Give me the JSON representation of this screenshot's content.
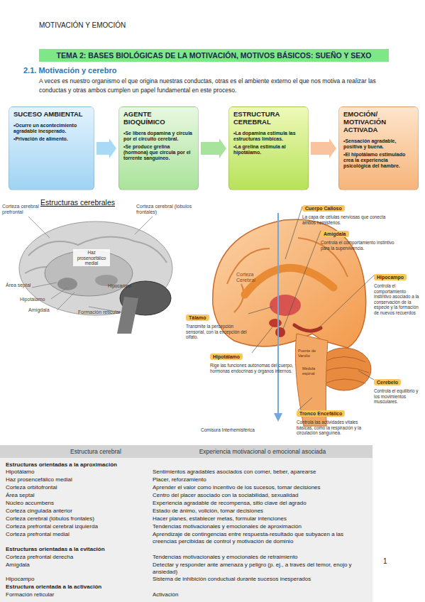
{
  "diagram": {
    "title": "TEMA 2: BASES BIOLÓGICAS DE LA MOTIVACIÓN, MOTIVOS BÁSICOS: SUEÑO Y SEXO",
    "nodes": [
      {
        "text": [
          "SUCESO AMBIENTAL",
          "•Ocurre un acontecimiento agradable inesperado.",
          "•Privación de alimento."
        ]
      },
      {
        "text": [
          "AGENTE BIOQUÍMICO",
          "•Se libera dopamina y circula por el circuito cerebral.",
          "•Se produce grelina (hormona) que circula por el torrente sanguíneo."
        ]
      },
      {
        "text": [
          "ESTRUCTURA CEREBRAL",
          "•La dopamina estimula las estructuras límbicas.",
          "•La grelina estimula al hipotálamo."
        ]
      },
      {
        "text": [
          "EMOCIÓN/ MOTIVACIÓN ACTIVADA",
          "•Sensación agradable, positiva y buena.",
          "•El hipotálamo estimulado crea la experiencia psicológica del hambre."
        ]
      },
      {
        "text": [
          "Cuerpo Calloso",
          "La capa de células nerviosas que conecta ambos hemisferios."
        ]
      },
      {
        "text": [
          "Amígdala",
          "Controla el comportamiento instintivo para la supervivencia."
        ]
      },
      {
        "text": [
          "Hipocampo",
          "Controla el comportamiento instintivo asociado a la conservación de la especie y la formación de nuevos recuerdos"
        ]
      },
      {
        "text": [
          "Tálamo",
          "Transmite la percepción sensorial, con la excepción del olfato."
        ]
      },
      {
        "text": [
          "Hipotálamo",
          "Rige las funciones autónomas del cuerpo, hormonas endocrinas y órganos internos."
        ]
      },
      {
        "text": [
          "Cerebelo",
          "Controla el equilibrio y los movimientos musculares."
        ]
      },
      {
        "text": [
          "Tronco Encefálico",
          "Controla las actividades vitales básicas, como la respiración y la circulación sanguínea."
        ]
      }
    ],
    "edges": [
      {
        "from": 0,
        "to": 1,
        "arrow": "to"
      },
      {
        "from": 1,
        "to": 2,
        "arrow": "to"
      },
      {
        "from": 2,
        "to": 3,
        "arrow": "to"
      }
    ],
    "labels": [
      "MOTIVACIÓN Y EMOCIÓN",
      "2.1. Motivación y cerebro",
      "A veces es nuestro organismo el que origina nuestras conductas, otras es el ambiente externo el que nos motiva a realizar las conductas y otras ambos cumplen un papel fundamental en este proceso.",
      "Estructuras cerebrales",
      "Corteza cerebral prefrontal",
      "Corteza cerebral (lóbulos frontales)",
      "Haz prosencefálico medial",
      "Hipocampo",
      "Área septal",
      "Hipotálamo",
      "Amígdala",
      "Formación reticular",
      "Corteza Cerebral",
      "Puente de Varolio",
      "Médula espinal",
      "Comisura Interhemisférica",
      "1",
      "Estructura cerebral",
      "Experiencia motivacional o emocional asociada",
      "Estructuras orientadas a la aproximación",
      "Hipotálamo",
      "Sentimientos agradables asociados con comer, beber, aparearse",
      "Haz prosencefálico medial",
      "Placer, reforzamiento",
      "Corteza orbitofrontal",
      "Aprender el valor como incentivo de los sucesos, tomar decisiones",
      "Área septal",
      "Centro del placer asociado con la sociabilidad, sexualidad",
      "Núcleo accumbens",
      "Experiencia agradable de recompensa, sitio clave del agrado",
      "Corteza cingulada anterior",
      "Estado de ánimo, volición, tomar decisiones",
      "Corteza cerebral (lóbulos frontales)",
      "Hacer planes, establecer metas, formular intenciones",
      "Corteza prefrontal cerebral izquierda",
      "Tendencias motivacionales y emocionales de aproximación",
      "Corteza prefrontal medial",
      "Aprendizaje de contingencias entre respuesta-resultado que subyacen a las creencias percibidas de control y motivación de dominio",
      "Estructuras orientadas a la evitación",
      "Corteza prefrontal derecha",
      "Tendencias motivacionales y emocionales de retraimiento",
      "Amígdala",
      "Detectar y responder ante amenaza y peligro (p. ej., a través del temor, enojo y ansiedad)",
      "Hipocampo",
      "Sistema de inhibición conductual durante sucesos inesperados",
      "Estructura orientada a la activación",
      "Formación reticular",
      "Activación"
    ]
  }
}
